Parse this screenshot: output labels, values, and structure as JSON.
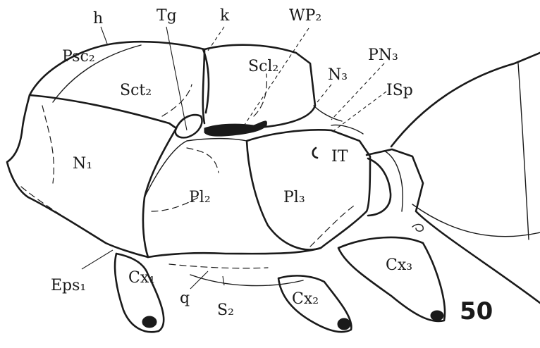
{
  "figure": {
    "number": "50",
    "labels": {
      "h": "h",
      "tg": "Tg",
      "k": "k",
      "wp2": "WP₂",
      "pn3": "PN₃",
      "psc2": "Psc₂",
      "sct2": "Sct₂",
      "scl2": "Scl₂",
      "n3": "N₃",
      "isp": "ISp",
      "n1": "N₁",
      "it": "IT",
      "pl2": "Pl₂",
      "pl3": "Pl₃",
      "eps1": "Eps₁",
      "cx1": "Cx₁",
      "q": "q",
      "s2": "S₂",
      "cx2": "Cx₂",
      "cx3": "Cx₃"
    }
  }
}
